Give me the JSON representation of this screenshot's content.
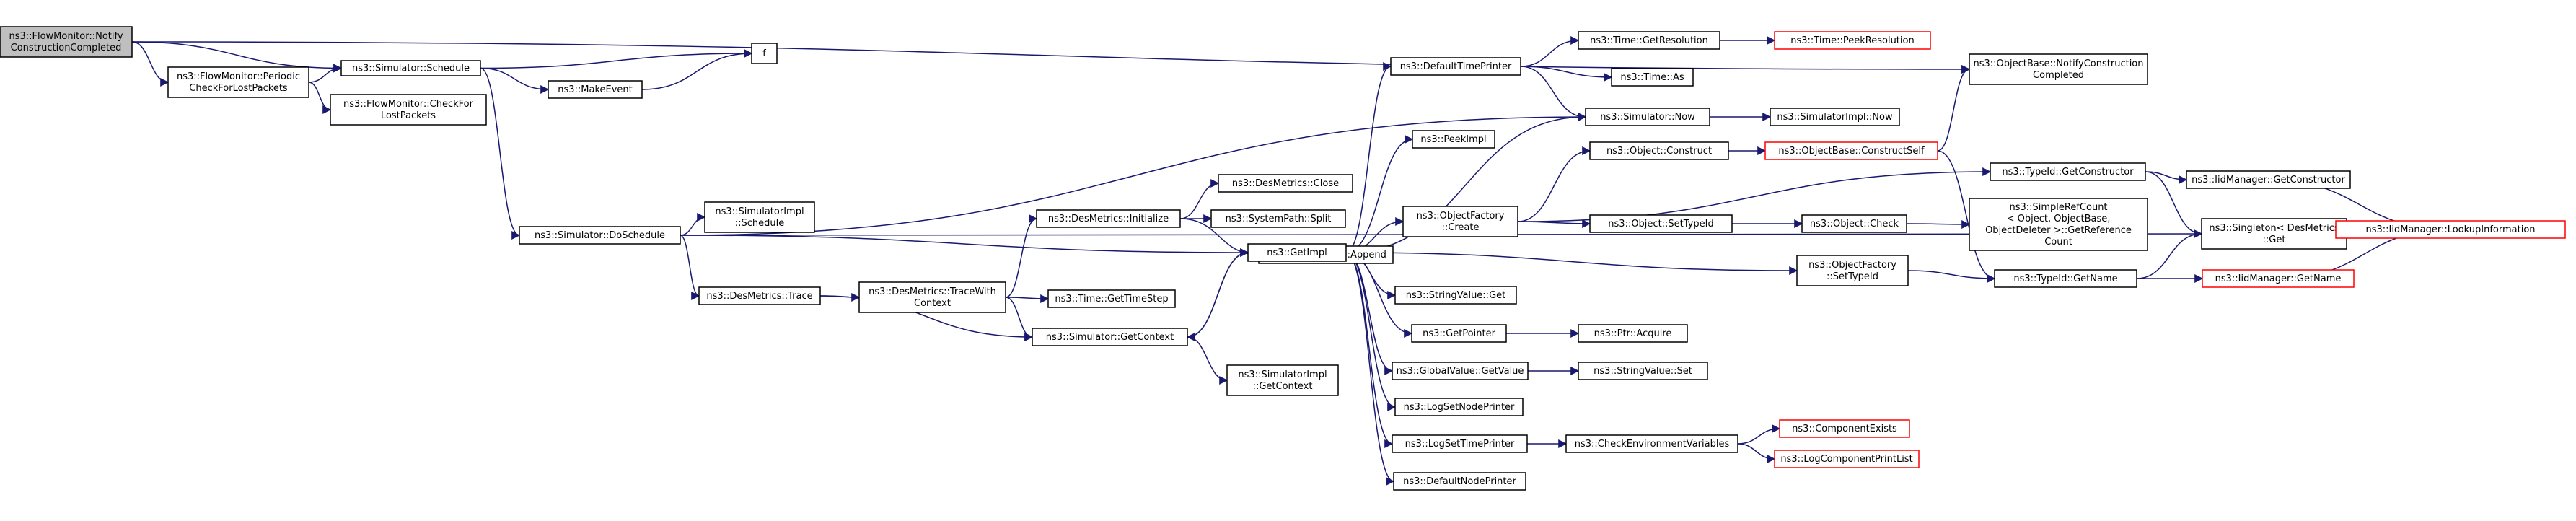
{
  "nodes": [
    {
      "id": "n0",
      "lines": [
        "ns3::FlowMonitor::Notify",
        "ConstructionCompleted"
      ],
      "root": true
    },
    {
      "id": "n1",
      "lines": [
        "ns3::FlowMonitor::Periodic",
        "CheckForLostPackets"
      ]
    },
    {
      "id": "n2",
      "lines": [
        "ns3::Simulator::Schedule"
      ]
    },
    {
      "id": "n3",
      "lines": [
        "f"
      ]
    },
    {
      "id": "n4",
      "lines": [
        "ns3::FlowMonitor::CheckFor",
        "LostPackets"
      ]
    },
    {
      "id": "n5",
      "lines": [
        "ns3::MakeEvent"
      ]
    },
    {
      "id": "n6",
      "lines": [
        "ns3::Simulator::DoSchedule"
      ]
    },
    {
      "id": "n7",
      "lines": [
        "ns3::SimulatorImpl",
        "::Schedule"
      ]
    },
    {
      "id": "n8",
      "lines": [
        "ns3::DesMetrics::Trace"
      ]
    },
    {
      "id": "n9",
      "lines": [
        "ns3::DesMetrics::TraceWith",
        "Context"
      ]
    },
    {
      "id": "n10",
      "lines": [
        "ns3::Simulator::GetContext"
      ]
    },
    {
      "id": "n11",
      "lines": [
        "ns3::SimulatorImpl",
        "::GetContext"
      ]
    },
    {
      "id": "n12",
      "lines": [
        "ns3::DesMetrics::Initialize"
      ]
    },
    {
      "id": "n13",
      "lines": [
        "ns3::DesMetrics::Close"
      ]
    },
    {
      "id": "n14",
      "lines": [
        "ns3::SystemPath::Split"
      ]
    },
    {
      "id": "n15",
      "lines": [
        "ns3::SystemPath::Append"
      ]
    },
    {
      "id": "n16",
      "lines": [
        "ns3::Time::GetTimeStep"
      ]
    },
    {
      "id": "n17",
      "lines": [
        "ns3::GetImpl"
      ]
    },
    {
      "id": "n18",
      "lines": [
        "ns3::DefaultTimePrinter"
      ]
    },
    {
      "id": "n19",
      "lines": [
        "ns3::PeekImpl"
      ]
    },
    {
      "id": "n20",
      "lines": [
        "ns3::ObjectFactory",
        "::Create"
      ]
    },
    {
      "id": "n21",
      "lines": [
        "ns3::StringValue::Get"
      ]
    },
    {
      "id": "n22",
      "lines": [
        "ns3::GetPointer"
      ]
    },
    {
      "id": "n23",
      "lines": [
        "ns3::GlobalValue::GetValue"
      ]
    },
    {
      "id": "n24",
      "lines": [
        "ns3::LogSetNodePrinter"
      ]
    },
    {
      "id": "n25",
      "lines": [
        "ns3::LogSetTimePrinter"
      ]
    },
    {
      "id": "n26",
      "lines": [
        "ns3::DefaultNodePrinter"
      ]
    },
    {
      "id": "n27",
      "lines": [
        "ns3::Time::GetResolution"
      ]
    },
    {
      "id": "n28",
      "lines": [
        "ns3::Time::As"
      ]
    },
    {
      "id": "n29",
      "lines": [
        "ns3::Simulator::Now"
      ]
    },
    {
      "id": "n30",
      "lines": [
        "ns3::Object::Construct"
      ]
    },
    {
      "id": "n31",
      "lines": [
        "ns3::Object::SetTypeId"
      ]
    },
    {
      "id": "n32",
      "lines": [
        "ns3::Ptr::Acquire"
      ]
    },
    {
      "id": "n33",
      "lines": [
        "ns3::StringValue::Set"
      ]
    },
    {
      "id": "n34",
      "lines": [
        "ns3::CheckEnvironmentVariables"
      ]
    },
    {
      "id": "n35",
      "lines": [
        "ns3::Time::PeekResolution"
      ],
      "truncated": true
    },
    {
      "id": "n36",
      "lines": [
        "ns3::SimulatorImpl::Now"
      ]
    },
    {
      "id": "n37",
      "lines": [
        "ns3::ObjectBase::ConstructSelf"
      ],
      "truncated": true
    },
    {
      "id": "n38",
      "lines": [
        "ns3::Object::Check"
      ]
    },
    {
      "id": "n39",
      "lines": [
        "ns3::ObjectFactory",
        "::SetTypeId"
      ]
    },
    {
      "id": "n40",
      "lines": [
        "ns3::ComponentExists"
      ],
      "truncated": true
    },
    {
      "id": "n41",
      "lines": [
        "ns3::LogComponentPrintList"
      ],
      "truncated": true
    },
    {
      "id": "n42",
      "lines": [
        "ns3::ObjectBase::NotifyConstruction",
        "Completed"
      ]
    },
    {
      "id": "n43",
      "lines": [
        "ns3::TypeId::GetConstructor"
      ]
    },
    {
      "id": "n44",
      "lines": [
        "ns3::SimpleRefCount",
        "< Object, ObjectBase,",
        "ObjectDeleter >::GetReference",
        "Count"
      ]
    },
    {
      "id": "n45",
      "lines": [
        "ns3::TypeId::GetName"
      ]
    },
    {
      "id": "n46",
      "lines": [
        "ns3::IidManager::GetConstructor"
      ]
    },
    {
      "id": "n47",
      "lines": [
        "ns3::Singleton< DesMetrics",
        "::Get"
      ]
    },
    {
      "id": "n48",
      "lines": [
        "ns3::IidManager::GetName"
      ],
      "truncated": true
    },
    {
      "id": "n49",
      "lines": [
        "ns3::IidManager::LookupInformation"
      ],
      "truncated": true
    }
  ],
  "edges": [
    [
      "n0",
      "n1"
    ],
    [
      "n0",
      "n2"
    ],
    [
      "n0",
      "n42"
    ],
    [
      "n1",
      "n2"
    ],
    [
      "n1",
      "n4"
    ],
    [
      "n2",
      "n3"
    ],
    [
      "n2",
      "n5"
    ],
    [
      "n2",
      "n6"
    ],
    [
      "n5",
      "n3"
    ],
    [
      "n6",
      "n7"
    ],
    [
      "n6",
      "n8"
    ],
    [
      "n6",
      "n17"
    ],
    [
      "n6",
      "n29"
    ],
    [
      "n6",
      "n47"
    ],
    [
      "n8",
      "n9"
    ],
    [
      "n8",
      "n10"
    ],
    [
      "n9",
      "n10"
    ],
    [
      "n9",
      "n12"
    ],
    [
      "n9",
      "n16"
    ],
    [
      "n10",
      "n11"
    ],
    [
      "n10",
      "n17"
    ],
    [
      "n12",
      "n13"
    ],
    [
      "n12",
      "n14"
    ],
    [
      "n12",
      "n15"
    ],
    [
      "n17",
      "n10"
    ],
    [
      "n17",
      "n18"
    ],
    [
      "n17",
      "n19"
    ],
    [
      "n17",
      "n20"
    ],
    [
      "n17",
      "n21"
    ],
    [
      "n17",
      "n22"
    ],
    [
      "n17",
      "n23"
    ],
    [
      "n17",
      "n24"
    ],
    [
      "n17",
      "n25"
    ],
    [
      "n17",
      "n26"
    ],
    [
      "n17",
      "n29"
    ],
    [
      "n17",
      "n39"
    ],
    [
      "n18",
      "n27"
    ],
    [
      "n18",
      "n28"
    ],
    [
      "n18",
      "n29"
    ],
    [
      "n20",
      "n30"
    ],
    [
      "n20",
      "n31"
    ],
    [
      "n20",
      "n43"
    ],
    [
      "n22",
      "n32"
    ],
    [
      "n23",
      "n33"
    ],
    [
      "n25",
      "n34"
    ],
    [
      "n27",
      "n35"
    ],
    [
      "n29",
      "n36"
    ],
    [
      "n30",
      "n37"
    ],
    [
      "n31",
      "n38"
    ],
    [
      "n34",
      "n40"
    ],
    [
      "n34",
      "n41"
    ],
    [
      "n37",
      "n42"
    ],
    [
      "n37",
      "n45"
    ],
    [
      "n38",
      "n44"
    ],
    [
      "n39",
      "n45"
    ],
    [
      "n43",
      "n46"
    ],
    [
      "n43",
      "n47"
    ],
    [
      "n45",
      "n47"
    ],
    [
      "n45",
      "n48"
    ],
    [
      "n46",
      "n49"
    ],
    [
      "n48",
      "n49"
    ]
  ]
}
